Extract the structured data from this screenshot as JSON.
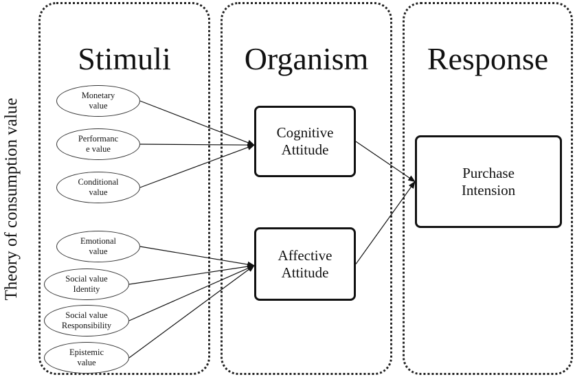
{
  "side_label": "Theory of consumption value",
  "panels": {
    "stimuli": "Stimuli",
    "organism": "Organism",
    "response": "Response"
  },
  "stimuli": [
    {
      "id": "monetary",
      "label": "Monetary\nvalue"
    },
    {
      "id": "performance",
      "label": "Performanc\ne value"
    },
    {
      "id": "conditional",
      "label": "Conditional\nvalue"
    },
    {
      "id": "emotional",
      "label": "Emotional\nvalue"
    },
    {
      "id": "social-identity",
      "label": "Social value\nIdentity"
    },
    {
      "id": "social-responsibility",
      "label": "Social value\nResponsibility"
    },
    {
      "id": "epistemic",
      "label": "Epistemic\nvalue"
    }
  ],
  "organism": {
    "cognitive": "Cognitive\nAttitude",
    "affective": "Affective\nAttitude"
  },
  "response": {
    "purchase": "Purchase\nIntension"
  },
  "links": [
    {
      "from": "monetary",
      "to": "cognitive"
    },
    {
      "from": "performance",
      "to": "cognitive"
    },
    {
      "from": "conditional",
      "to": "cognitive"
    },
    {
      "from": "emotional",
      "to": "affective"
    },
    {
      "from": "social-identity",
      "to": "affective"
    },
    {
      "from": "social-responsibility",
      "to": "affective"
    },
    {
      "from": "epistemic",
      "to": "affective"
    },
    {
      "from": "cognitive",
      "to": "purchase"
    },
    {
      "from": "affective",
      "to": "purchase"
    }
  ]
}
